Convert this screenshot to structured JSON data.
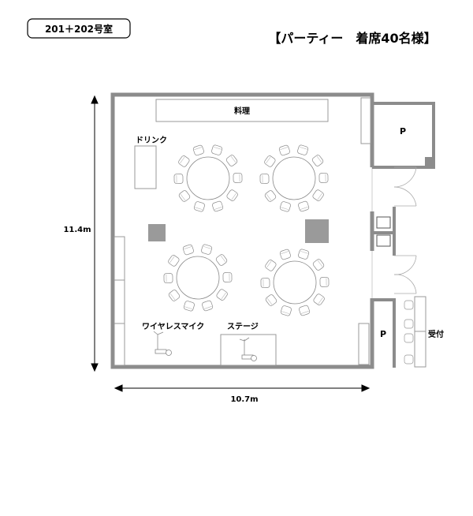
{
  "room_label": "201＋202号室",
  "title": "【パーティー　着席40名様】",
  "dimensions": {
    "height": "11.4m",
    "width": "10.7m"
  },
  "labels": {
    "food": "料理",
    "drink": "ドリンク",
    "wireless_mic": "ワイヤレスマイク",
    "stage": "ステージ",
    "pillar_top": "P",
    "pillar_bottom": "P",
    "reception": "受付"
  },
  "tables": {
    "count": 4,
    "chairs_per_table": 10
  },
  "colors": {
    "wall": "#8c8c8c",
    "line": "#999999",
    "pillar": "#9a9a9a"
  }
}
